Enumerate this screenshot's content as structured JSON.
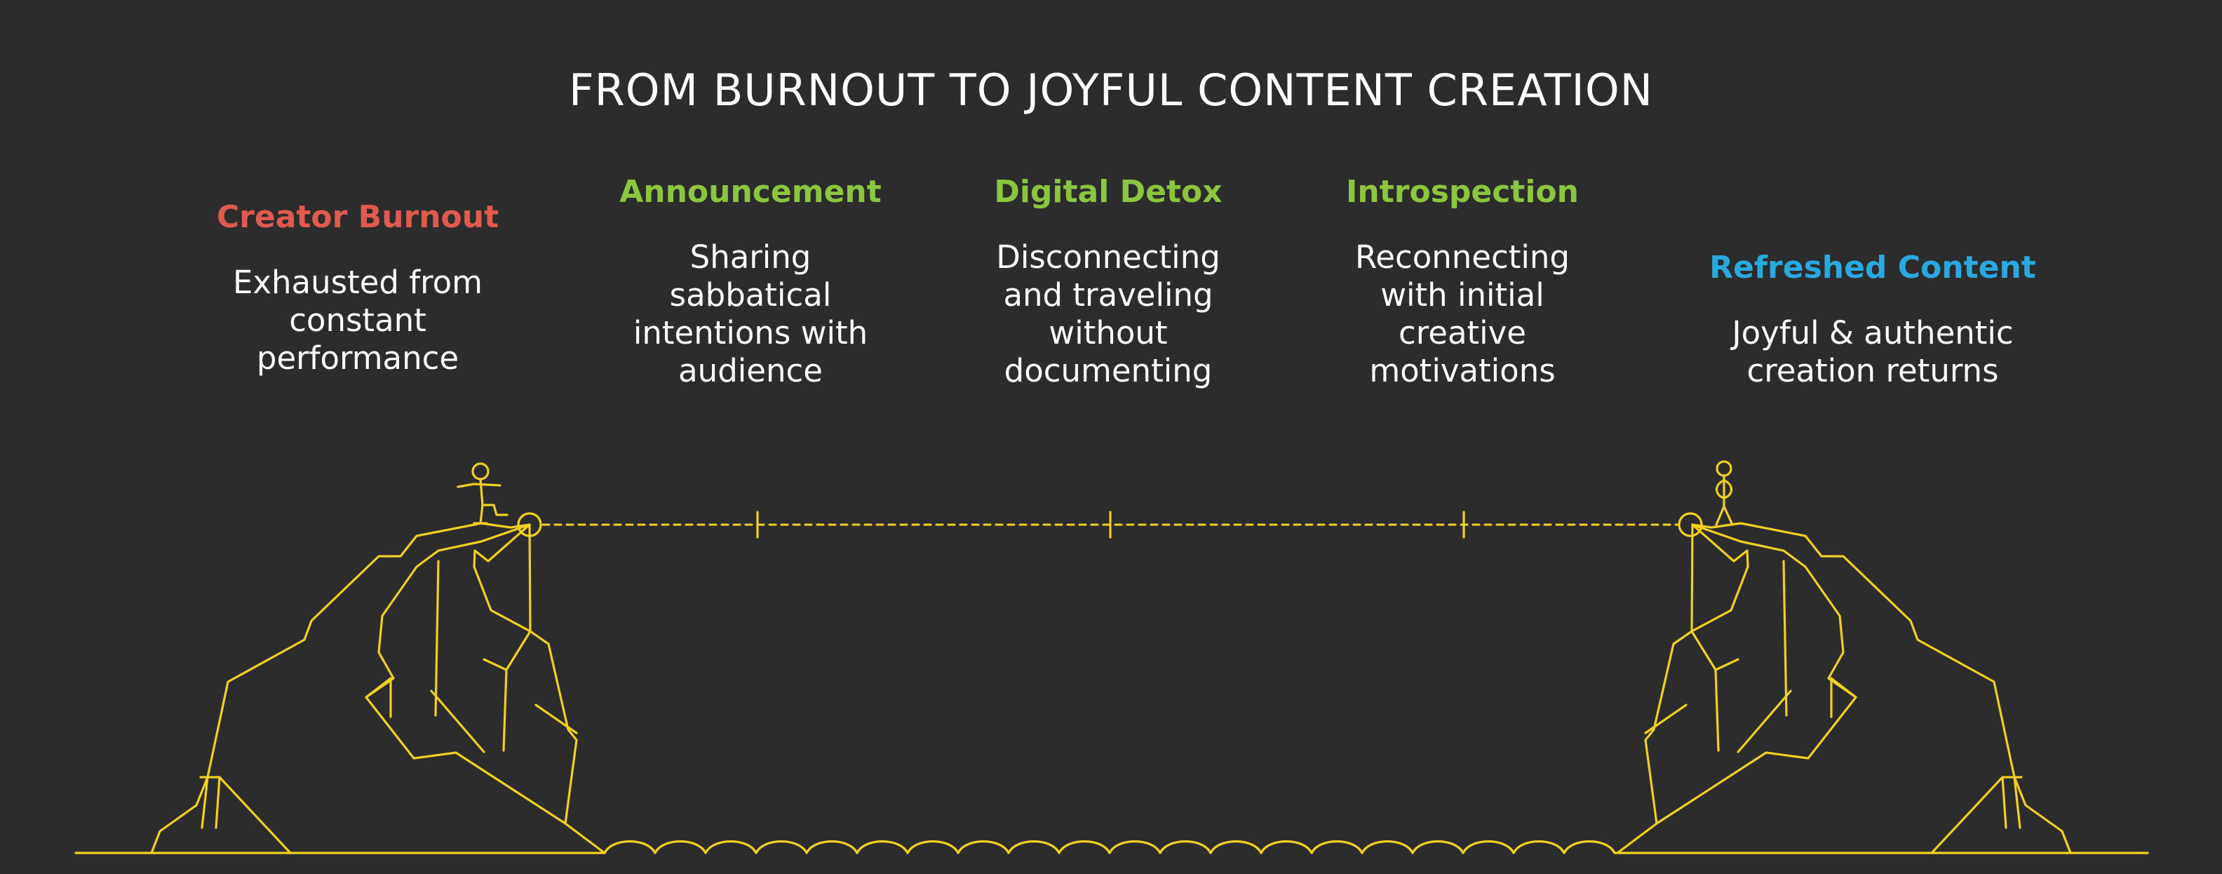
{
  "title": "FROM BURNOUT TO JOYFUL CONTENT CREATION",
  "colors": {
    "background": "#2c2c2c",
    "line": "#f0d020",
    "burnout": "#e05a4f",
    "journey": "#8cc63f",
    "refreshed": "#2aa8e0",
    "text": "#ffffff"
  },
  "stages": [
    {
      "label": "Creator Burnout",
      "desc_lines": [
        "Exhausted from",
        "constant",
        "performance"
      ]
    },
    {
      "label": "Announcement",
      "desc_lines": [
        "Sharing",
        "sabbatical",
        "intentions with",
        "audience"
      ]
    },
    {
      "label": "Digital Detox",
      "desc_lines": [
        "Disconnecting",
        "and traveling",
        "without",
        "documenting"
      ]
    },
    {
      "label": "Introspection",
      "desc_lines": [
        "Reconnecting",
        "with initial",
        "creative",
        "motivations"
      ]
    },
    {
      "label": "Refreshed Content",
      "desc_lines": [
        "Joyful & authentic",
        "creation returns"
      ]
    }
  ]
}
